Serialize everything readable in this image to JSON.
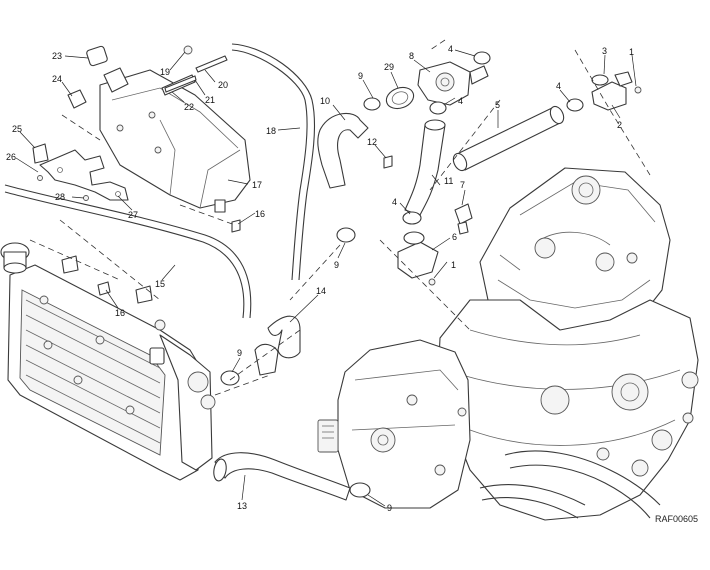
{
  "diagram": {
    "drawing_code": "RAF00605",
    "callouts": {
      "c1a": "1",
      "c1b": "1",
      "c2": "2",
      "c3": "3",
      "c4a": "4",
      "c4b": "4",
      "c4c": "4",
      "c4d": "4",
      "c5": "5",
      "c6": "6",
      "c7": "7",
      "c8": "8",
      "c9a": "9",
      "c9b": "9",
      "c9c": "9",
      "c9d": "9",
      "c10": "10",
      "c11": "11",
      "c12": "12",
      "c13": "13",
      "c14": "14",
      "c15": "15",
      "c16a": "16",
      "c16b": "16",
      "c17": "17",
      "c18": "18",
      "c19": "19",
      "c20": "20",
      "c21": "21",
      "c22": "22",
      "c23": "23",
      "c24": "24",
      "c25": "25",
      "c26": "26",
      "c27": "27",
      "c28": "28",
      "c29": "29"
    }
  }
}
